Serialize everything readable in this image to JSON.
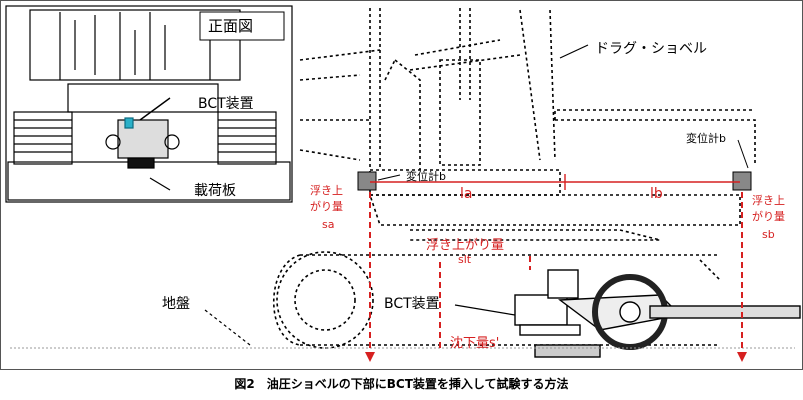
{
  "inset": {
    "front_view_label": "正面図",
    "bct_label": "BCT装置",
    "plate_label": "載荷板"
  },
  "main": {
    "dragline_label": "ドラグ・ショベル",
    "gauge_b_left": "変位計b",
    "gauge_b_right": "変位計b",
    "la": "la",
    "lb": "lb",
    "lift_left_1": "浮き上",
    "lift_left_2": "がり量",
    "lift_left_3": "sa",
    "lift_right_1": "浮き上",
    "lift_right_2": "がり量",
    "lift_right_3": "sb",
    "lift_mid": "浮き上がり量",
    "lift_mid_sym": "slt",
    "bct_label": "BCT装置",
    "ground_label": "地盤",
    "settle_label": "沈下量s'"
  },
  "caption": "図2　油圧ショベルの下部にBCT装置を挿入して試験する方法",
  "colors": {
    "accent_red": "#d62020",
    "line": "#000000",
    "gauge_fill": "#888888"
  }
}
